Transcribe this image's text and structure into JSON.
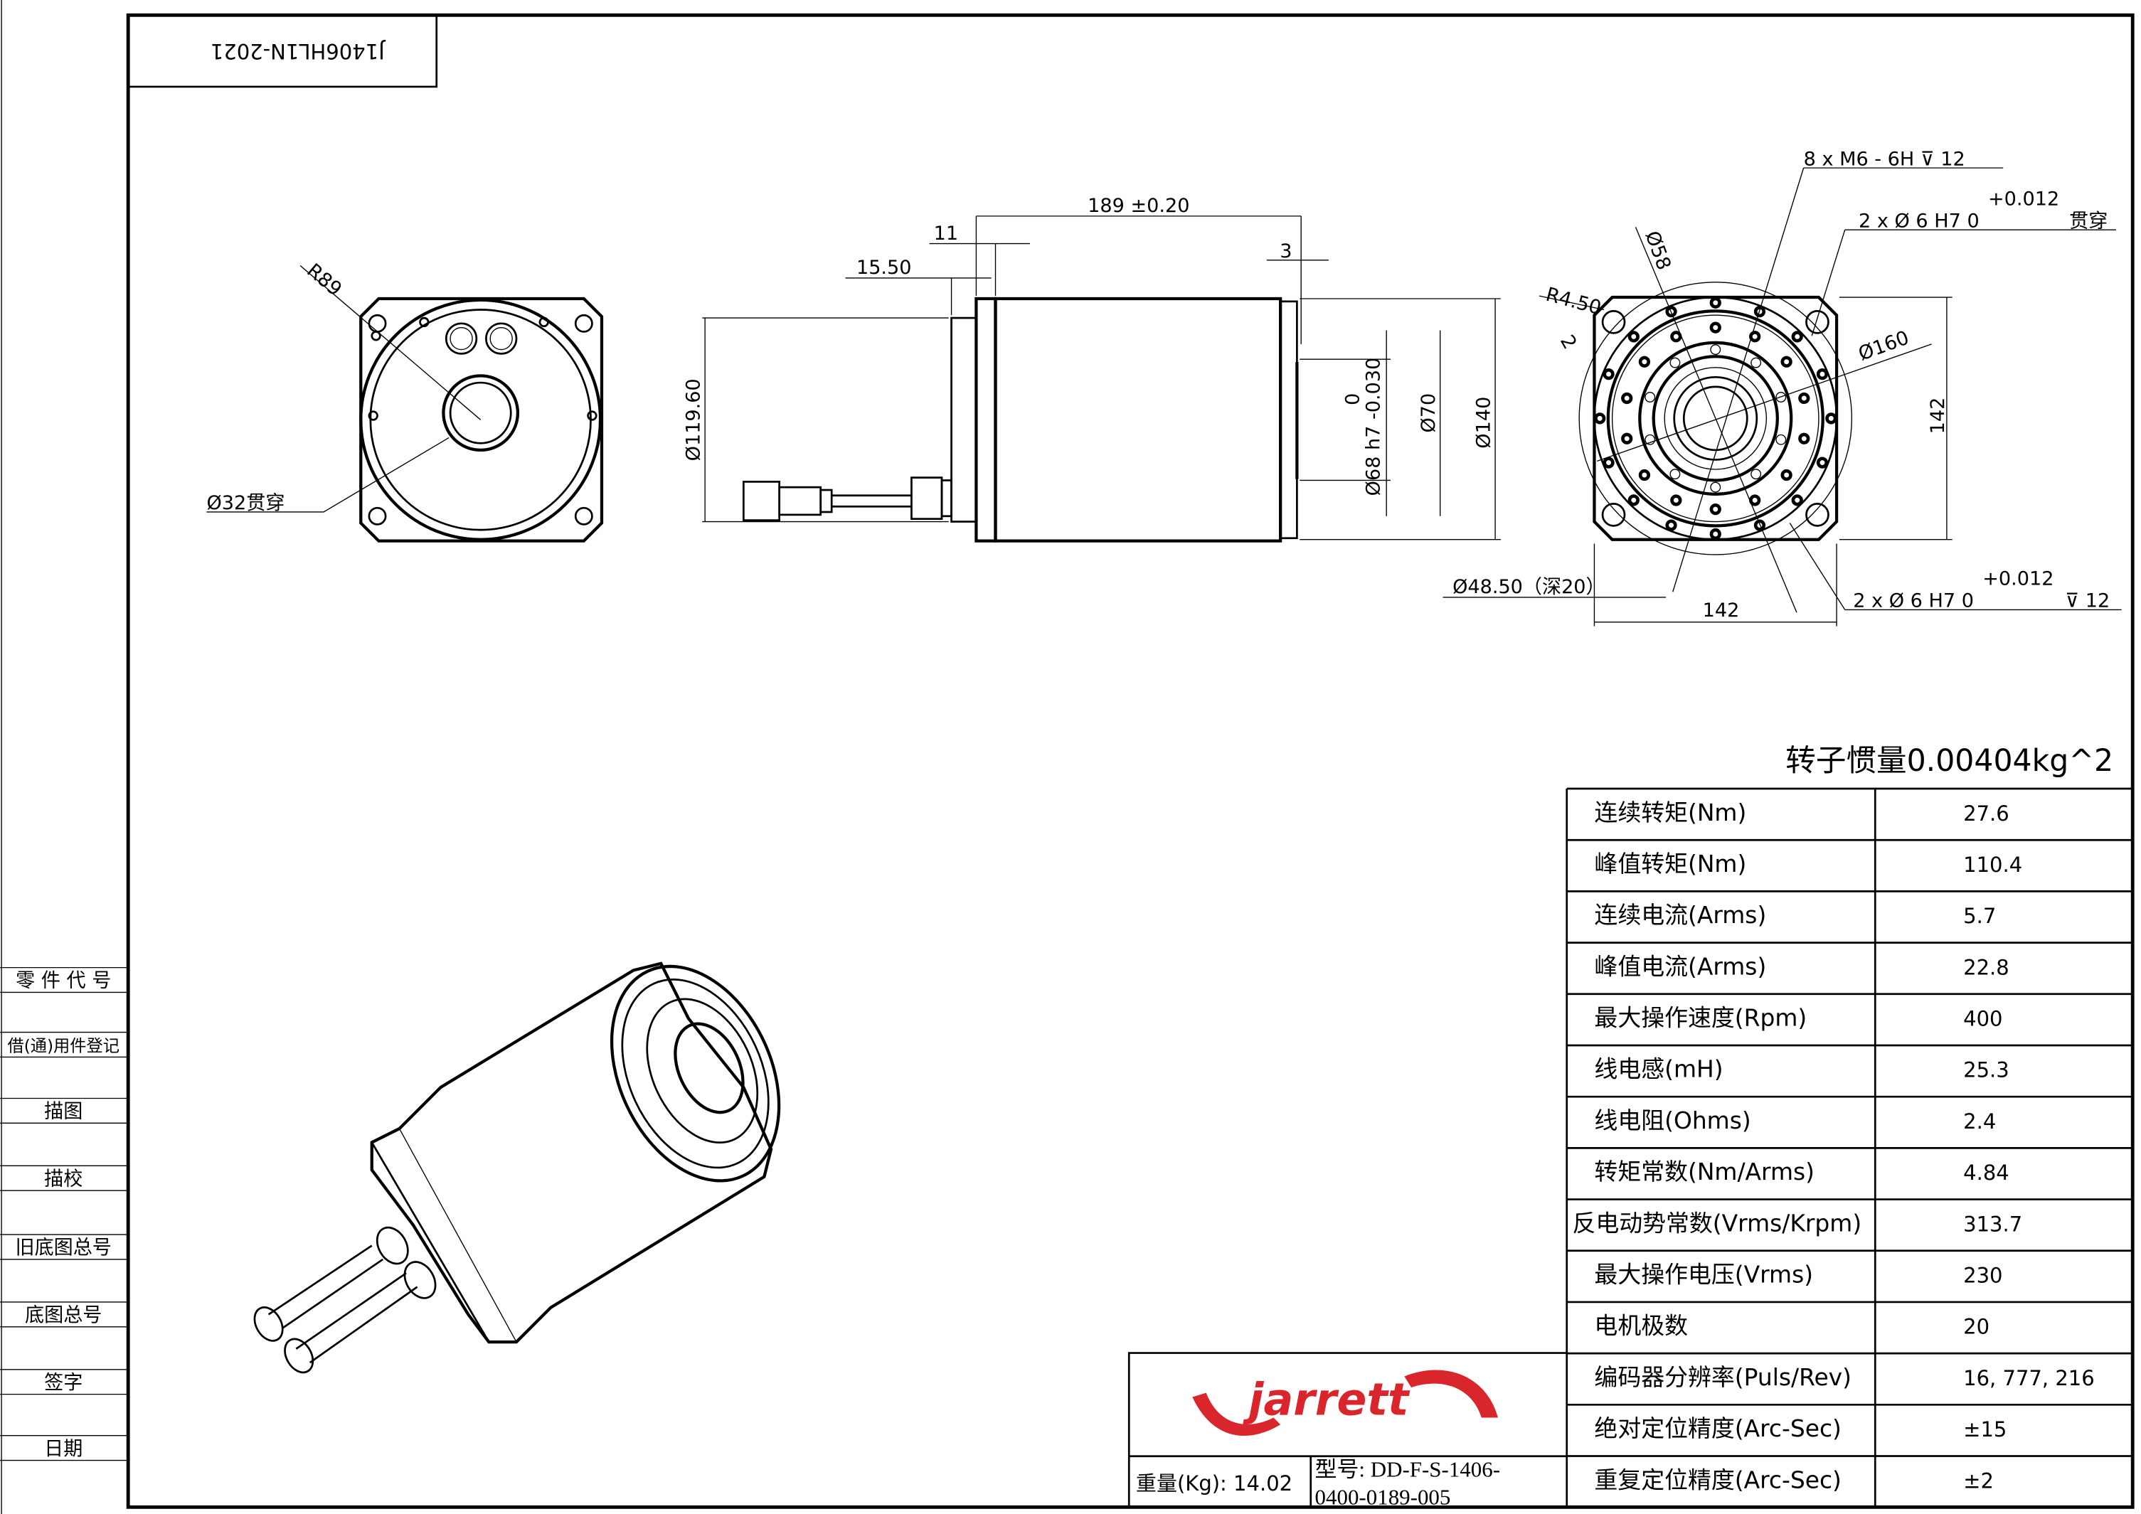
{
  "sheet": {
    "code": "J1406HL1N-2021",
    "left_strip": [
      "零 件 代 号",
      "借(通)用件登记",
      "描图",
      "描校",
      "旧底图总号",
      "底图总号",
      "签字",
      "日期"
    ]
  },
  "front_view": {
    "radius_label": "R89",
    "bore_label": "Ø32贯穿"
  },
  "side_view": {
    "length": "189 ±0.20",
    "d11": "11",
    "d15": "15.50",
    "d3": "3",
    "dia119": "Ø119.60",
    "dia68": "Ø68 h7 -0.030",
    "dia68_upper": "0",
    "dia70": "Ø70",
    "dia140": "Ø140",
    "dia48": "Ø48.50（深20）"
  },
  "rear_view": {
    "thread": "8 x  M6 - 6H ⊽ 12",
    "pin_top_tol": "+0.012",
    "pin_top": "2 x Ø 6 H7   0",
    "pin_top_note": "贯穿",
    "dia58": "Ø58",
    "r450": "R4.50",
    "d2": "2",
    "dia160": "Ø160",
    "h142": "142",
    "w142": "142",
    "pin_bot_tol": "+0.012",
    "pin_bot": "2 x Ø 6 H7   0",
    "pin_bot_depth": "⊽ 12"
  },
  "specs": {
    "title": "转子惯量0.00404kg^2",
    "rows": [
      {
        "label": "连续转矩(Nm)",
        "value": "27.6"
      },
      {
        "label": "峰值转矩(Nm)",
        "value": "110.4"
      },
      {
        "label": "连续电流(Arms)",
        "value": "5.7"
      },
      {
        "label": "峰值电流(Arms)",
        "value": "22.8"
      },
      {
        "label": "最大操作速度(Rpm)",
        "value": "400"
      },
      {
        "label": "线电感(mH)",
        "value": "25.3"
      },
      {
        "label": "线电阻(Ohms)",
        "value": "2.4"
      },
      {
        "label": "转矩常数(Nm/Arms)",
        "value": "4.84"
      },
      {
        "label": "反电动势常数(Vrms/Krpm)",
        "value": "313.7"
      },
      {
        "label": "最大操作电压(Vrms)",
        "value": "230"
      },
      {
        "label": "电机极数",
        "value": "20"
      },
      {
        "label": "编码器分辨率(Puls/Rev)",
        "value": "16, 777, 216"
      },
      {
        "label": "绝对定位精度(Arc-Sec)",
        "value": "±15"
      },
      {
        "label": "重复定位精度(Arc-Sec)",
        "value": "±2"
      }
    ]
  },
  "title_block": {
    "logo_text": "jarrett",
    "logo_color": "#d9262c",
    "weight": "重量(Kg): 14.02",
    "model_line1": "型号:  DD-F-S-1406-",
    "model_line2": "0400-0189-005"
  }
}
